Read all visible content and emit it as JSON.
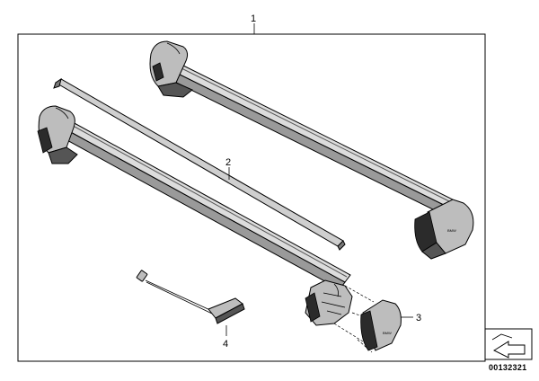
{
  "diagram": {
    "callouts": [
      {
        "id": "1",
        "label": "1"
      },
      {
        "id": "2",
        "label": "2"
      },
      {
        "id": "3",
        "label": "3"
      },
      {
        "id": "4",
        "label": "4"
      }
    ],
    "reference_number": "00132321",
    "parts": [
      {
        "callout": "1",
        "icon": "roof-rack-crossbar-set"
      },
      {
        "callout": "2",
        "icon": "rubber-strip"
      },
      {
        "callout": "3",
        "icon": "end-cap"
      },
      {
        "callout": "4",
        "icon": "torque-key"
      }
    ]
  }
}
